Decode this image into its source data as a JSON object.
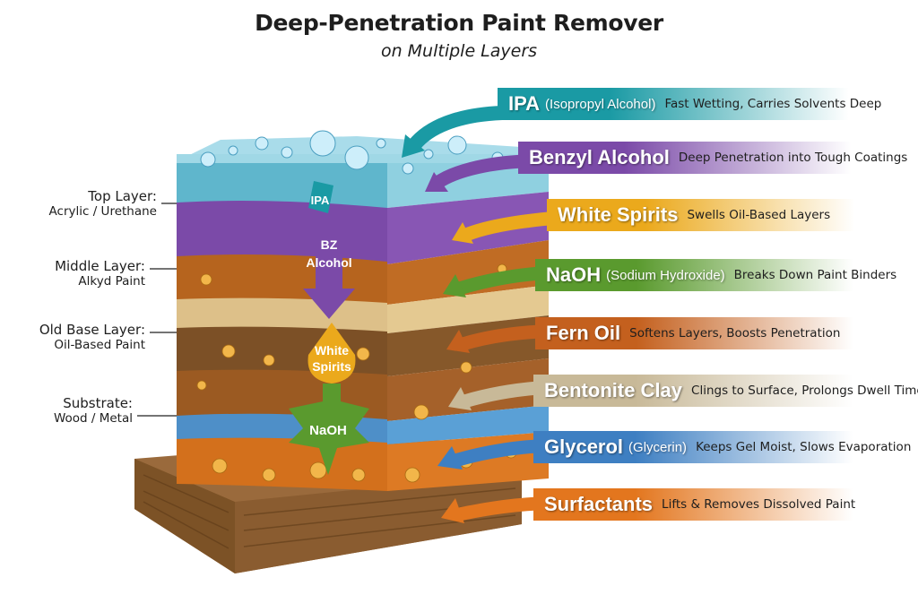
{
  "title": "Deep-Penetration Paint Remover",
  "subtitle": "on Multiple Layers",
  "layers": [
    {
      "name": "Top Layer:",
      "desc": "Acrylic / Urethane"
    },
    {
      "name": "Middle Layer:",
      "desc": "Alkyd Paint"
    },
    {
      "name": "Old Base Layer:",
      "desc": "Oil-Based Paint"
    },
    {
      "name": "Substrate:",
      "desc": "Wood / Metal"
    }
  ],
  "ingredients": [
    {
      "name": "IPA",
      "sub": "(Isopropyl Alcohol)",
      "desc": "Fast Wetting, Carries Solvents Deep",
      "color": "#1a9aa4"
    },
    {
      "name": "Benzyl Alcohol",
      "sub": "",
      "desc": "Deep Penetration into Tough Coatings",
      "color": "#7b4aa8"
    },
    {
      "name": "White Spirits",
      "sub": "",
      "desc": "Swells Oil-Based Layers",
      "color": "#eba91c"
    },
    {
      "name": "NaOH",
      "sub": "(Sodium Hydroxide)",
      "desc": "Breaks Down Paint Binders",
      "color": "#5a9a2e"
    },
    {
      "name": "Fern Oil",
      "sub": "",
      "desc": "Softens Layers, Boosts Penetration",
      "color": "#c4601e"
    },
    {
      "name": "Bentonite Clay",
      "sub": "",
      "desc": "Clings to Surface, Prolongs Dwell Time",
      "color": "#c8b998"
    },
    {
      "name": "Glycerol",
      "sub": "(Glycerin)",
      "desc": "Keeps Gel Moist, Slows Evaporation",
      "color": "#3e7fc2"
    },
    {
      "name": "Surfactants",
      "sub": "",
      "desc": "Lifts & Removes Dissolved Paint",
      "color": "#e3761e"
    }
  ],
  "callouts": {
    "ipa": "IPA",
    "bz1": "BZ",
    "bz2": "Alcohol",
    "ws1": "White",
    "ws2": "Spirits",
    "naoh": "NaOH"
  }
}
